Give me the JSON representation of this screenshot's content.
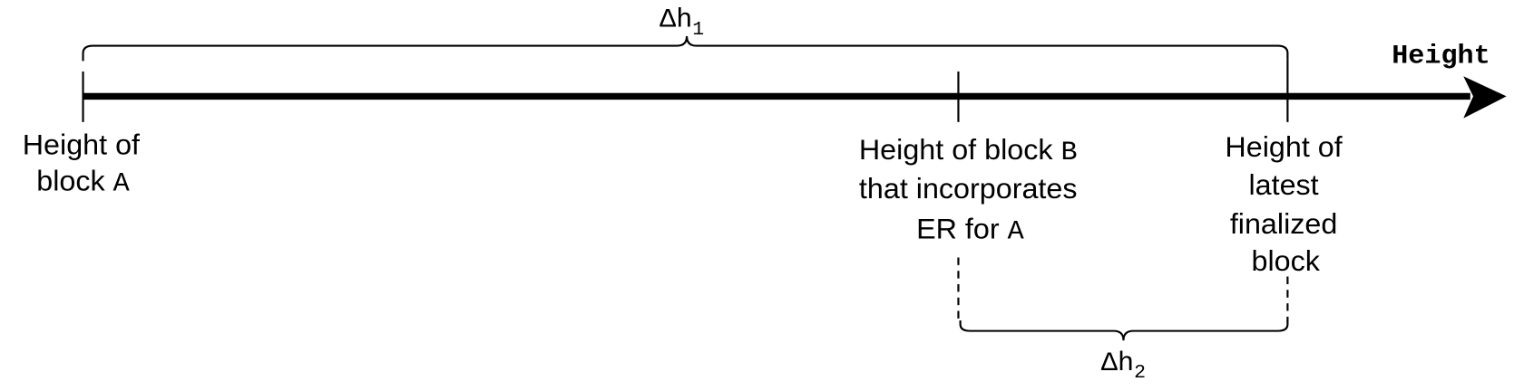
{
  "axis": {
    "label": "Height"
  },
  "braces": {
    "top": {
      "delta": "Δh",
      "subscript": "1"
    },
    "bottom": {
      "delta": "Δh",
      "subscript": "2"
    }
  },
  "markers": {
    "block_a": {
      "line1": "Height of",
      "line2_text": "block ",
      "line2_var": "A"
    },
    "block_b": {
      "line1_text": "Height of block ",
      "line1_var": "B",
      "line2": "that incorporates",
      "line3_text": "ER for ",
      "line3_var": "A"
    },
    "latest": {
      "line1": "Height of",
      "line2": "latest",
      "line3": "finalized",
      "line4": "block"
    }
  },
  "colors": {
    "stroke": "#000000",
    "background": "#ffffff"
  }
}
